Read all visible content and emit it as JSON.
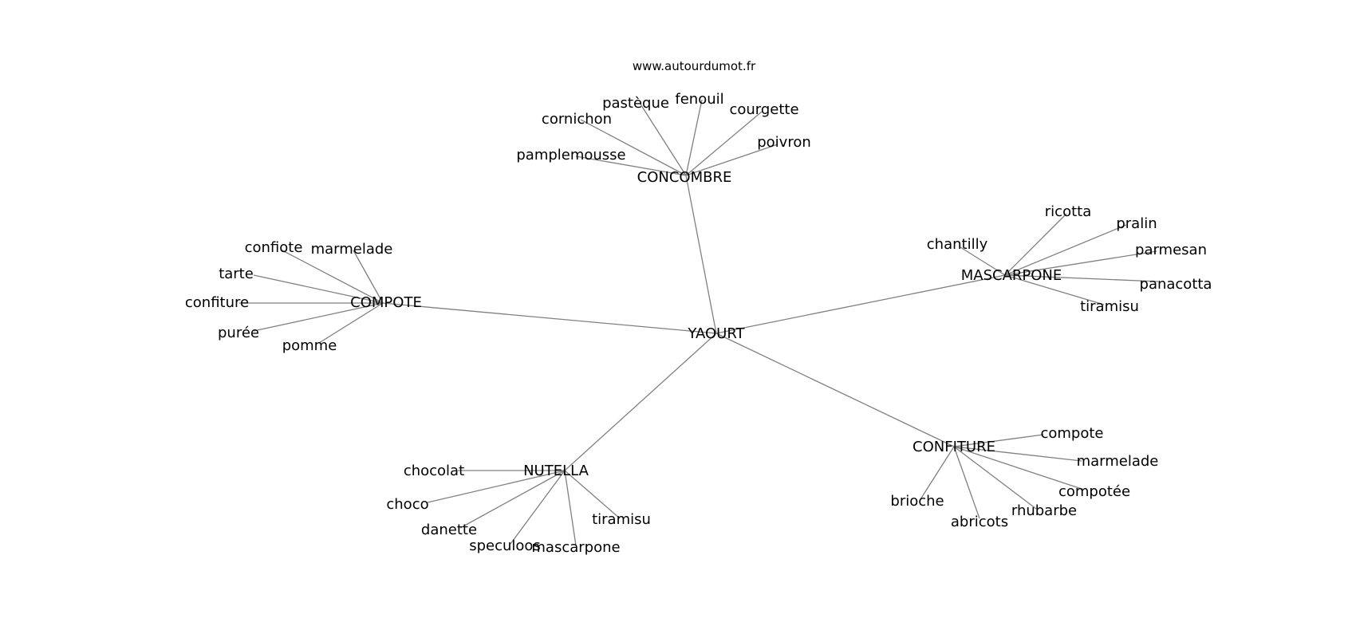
{
  "source": "www.autourdumot.fr",
  "center": "YAOURT",
  "clusters": [
    {
      "hub": "CONCOMBRE",
      "leaves": [
        "pamplemousse",
        "cornichon",
        "pastèque",
        "fenouil",
        "courgette",
        "poivron"
      ]
    },
    {
      "hub": "COMPOTE",
      "leaves": [
        "confiote",
        "marmelade",
        "tarte",
        "confiture",
        "purée",
        "pomme"
      ]
    },
    {
      "hub": "MASCARPONE",
      "leaves": [
        "chantilly",
        "ricotta",
        "pralin",
        "parmesan",
        "panacotta",
        "tiramisu"
      ]
    },
    {
      "hub": "NUTELLA",
      "leaves": [
        "chocolat",
        "choco",
        "danette",
        "speculoos",
        "mascarpone",
        "tiramisu"
      ]
    },
    {
      "hub": "CONFITURE",
      "leaves": [
        "compote",
        "marmelade",
        "compotée",
        "rhubarbe",
        "abricots",
        "brioche"
      ]
    }
  ],
  "colors": {
    "edge": "#808080",
    "text": "#000000",
    "background": "#ffffff"
  }
}
